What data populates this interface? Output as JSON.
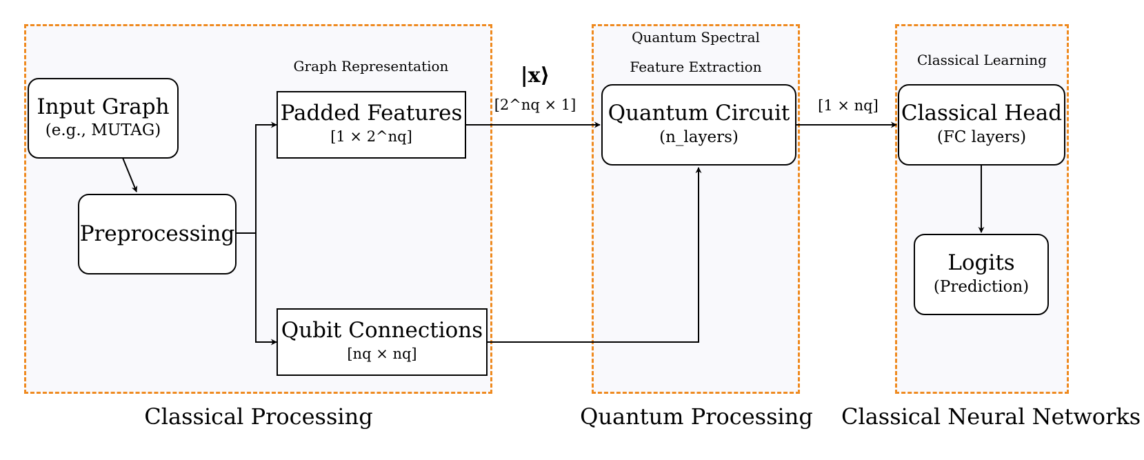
{
  "groups": {
    "classical_processing": {
      "caption": "Classical Processing",
      "annotation": "Graph Representation"
    },
    "quantum_processing": {
      "caption": "Quantum Processing",
      "annotation_line1": "Quantum Spectral",
      "annotation_line2": "Feature Extraction"
    },
    "classical_nn": {
      "caption": "Classical Neural Networks",
      "annotation": "Classical Learning"
    }
  },
  "nodes": {
    "input_graph": {
      "title": "Input Graph",
      "sub": "(e.g., MUTAG)"
    },
    "preprocessing": {
      "title": "Preprocessing"
    },
    "padded_features": {
      "title": "Padded Features",
      "dim": "[1 × 2^nq]"
    },
    "qubit_connections": {
      "title": "Qubit Connections",
      "dim": "[nq × nq]"
    },
    "quantum_circuit": {
      "title": "Quantum Circuit",
      "sub": "(n_layers)"
    },
    "classical_head": {
      "title": "Classical Head",
      "sub": "(FC layers)"
    },
    "logits": {
      "title": "Logits",
      "sub": "(Prediction)"
    }
  },
  "edges": {
    "features_to_circuit": {
      "ket": "|x⟩",
      "dim": "[2^nq × 1]"
    },
    "circuit_to_head": {
      "dim": "[1 × nq]"
    }
  },
  "colors": {
    "group_border": "#ef8a1f",
    "group_fill": "#f9f9fc",
    "stroke": "#000000"
  }
}
